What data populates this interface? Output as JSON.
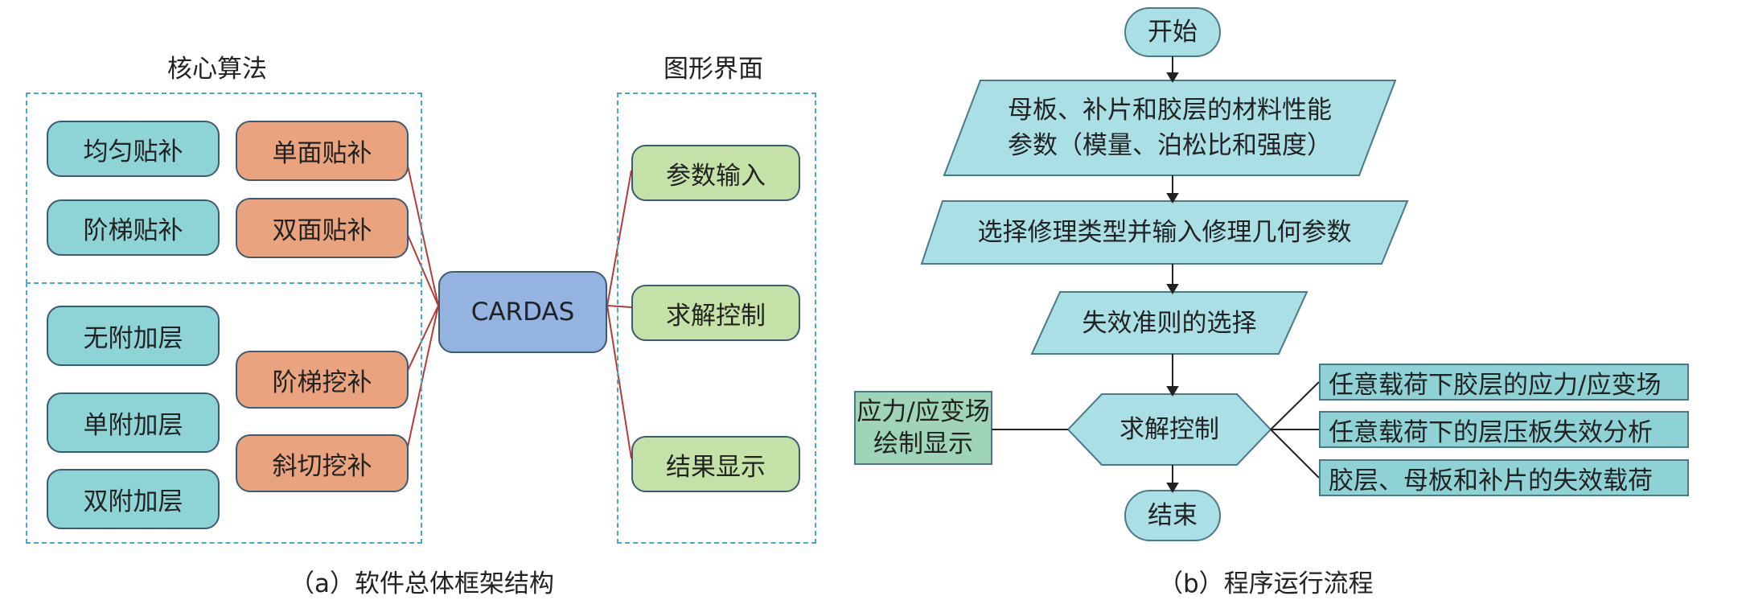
{
  "left": {
    "title_core": "核心算法",
    "title_gui": "图形界面",
    "core_top": [
      "均匀贴补",
      "单面贴补",
      "阶梯贴补",
      "双面贴补"
    ],
    "core_bottom": [
      "无附加层",
      "阶梯挖补",
      "单附加层",
      "斜切挖补",
      "双附加层"
    ],
    "center": "CARDAS",
    "gui": [
      "参数输入",
      "求解控制",
      "结果显示"
    ],
    "caption": "（a）软件总体框架结构"
  },
  "right": {
    "start": "开始",
    "step1_line1": "母板、补片和胶层的材料性能",
    "step1_line2": "参数（模量、泊松比和强度）",
    "step2": "选择修理类型并输入修理几何参数",
    "step3": "失效准则的选择",
    "solve": "求解控制",
    "plot_line1": "应力/应变场",
    "plot_line2": "绘制显示",
    "outputs": [
      "任意载荷下胶层的应力/应变场",
      "任意载荷下的层压板失效分析",
      "胶层、母板和补片的失效载荷"
    ],
    "end": "结束",
    "caption": "（b）程序运行流程"
  }
}
